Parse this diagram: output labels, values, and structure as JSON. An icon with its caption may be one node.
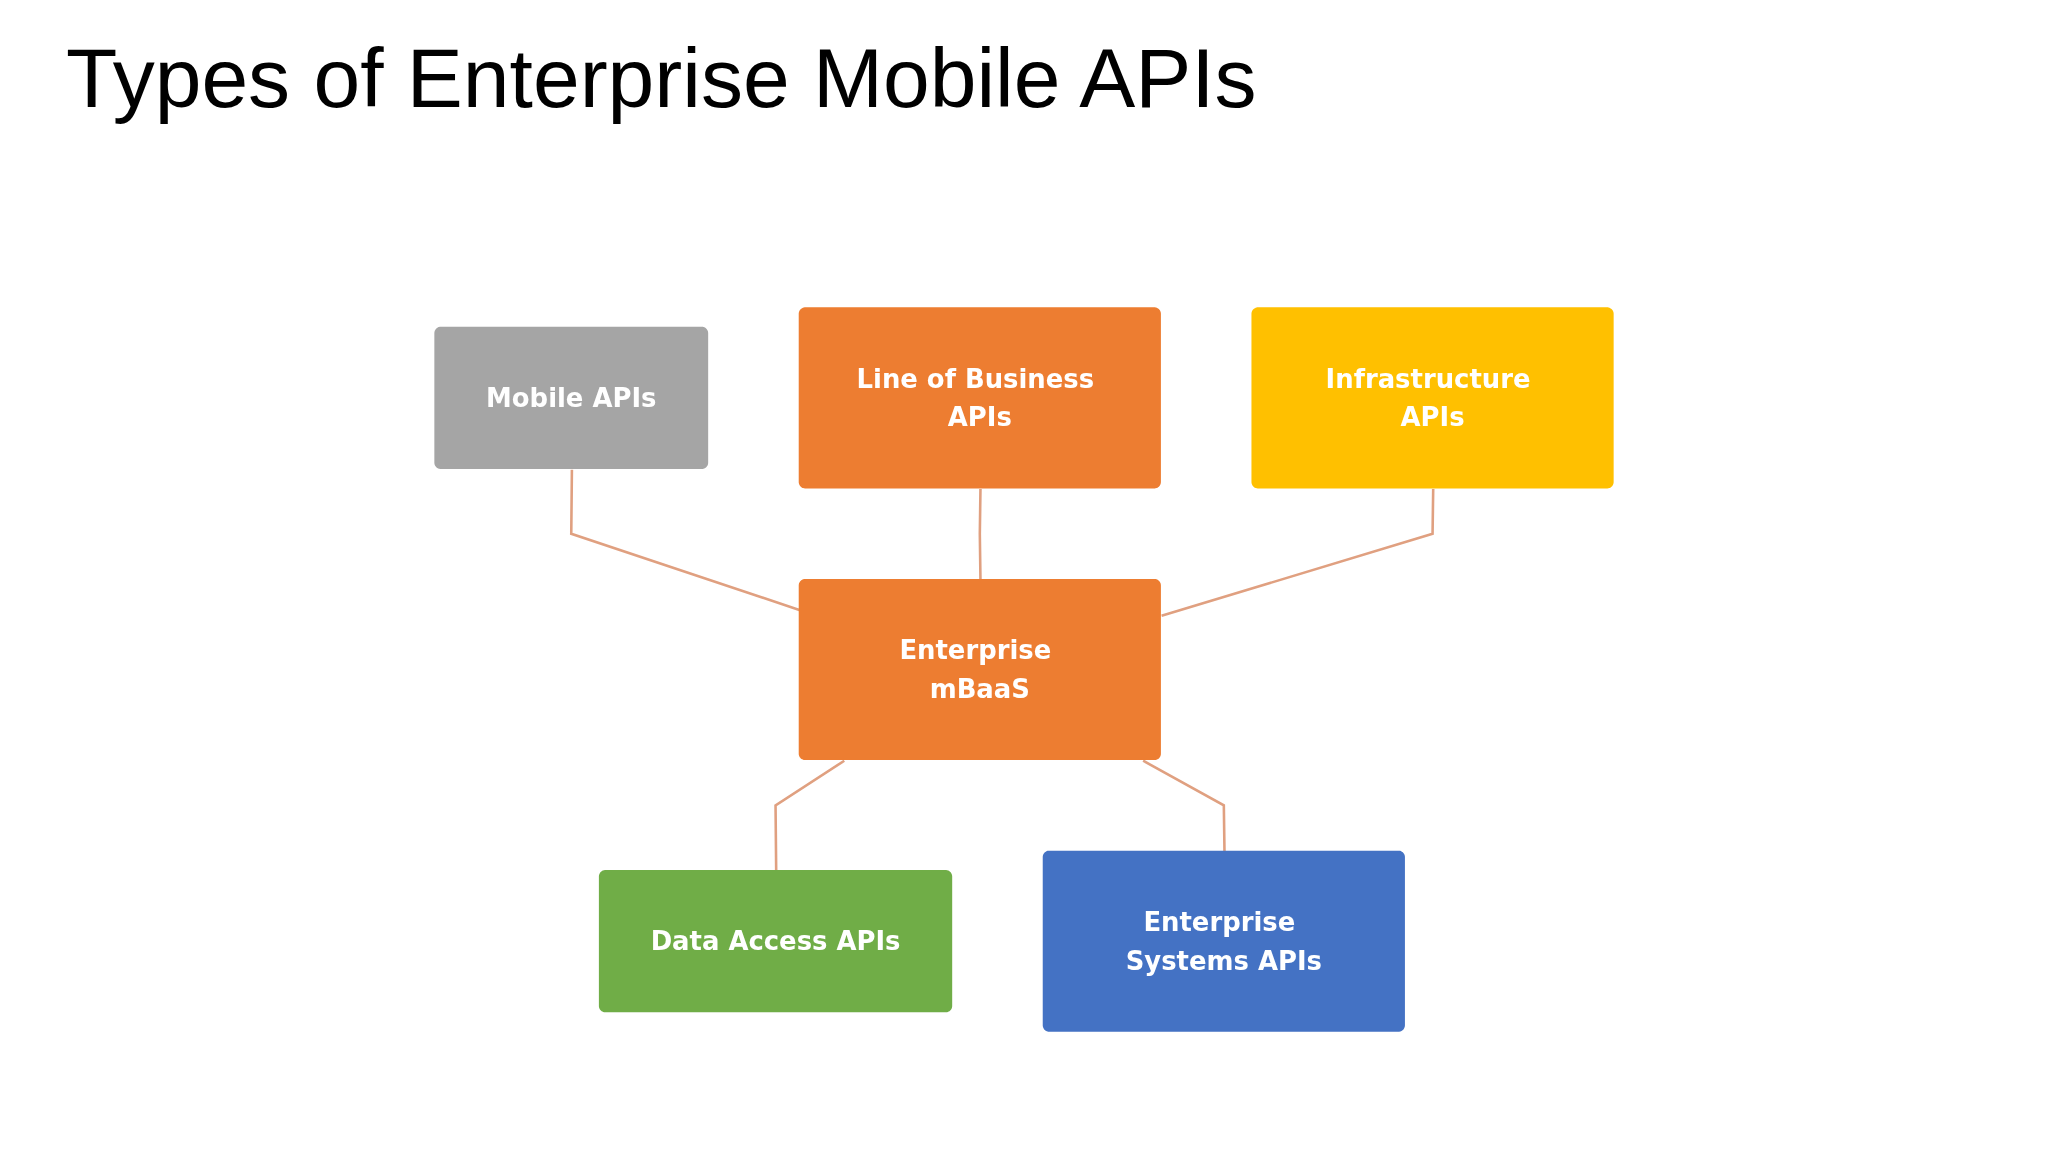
{
  "diagram": {
    "title": "Types of Enterprise Mobile APIs",
    "nodes": [
      {
        "text": [
          "Mobile APIs"
        ]
      },
      {
        "text": [
          "Line of Business APIs"
        ]
      },
      {
        "text": [
          "Infrastructure APIs"
        ]
      },
      {
        "text": [
          "Enterprise mBaaS"
        ]
      },
      {
        "text": [
          "Data Access APIs"
        ]
      },
      {
        "text": [
          "Enterprise Systems APIs"
        ]
      }
    ],
    "edges": [
      {
        "from": 0,
        "to": 3,
        "arrow": "none"
      },
      {
        "from": 1,
        "to": 3,
        "arrow": "none"
      },
      {
        "from": 2,
        "to": 3,
        "arrow": "none"
      },
      {
        "from": 3,
        "to": 4,
        "arrow": "none"
      },
      {
        "from": 3,
        "to": 5,
        "arrow": "none"
      }
    ]
  }
}
